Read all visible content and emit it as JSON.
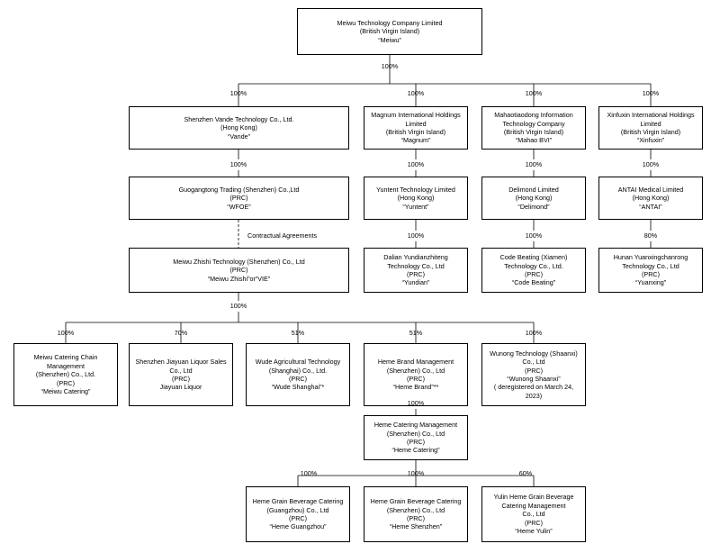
{
  "entities": {
    "meiwu": [
      "Meiwu Technology Company Limited",
      "(British Virgin Island)",
      "“Meiwu”"
    ],
    "vande": [
      "Shenzhen Vande Technology Co., Ltd.",
      "(Hong Kong)",
      "“Vande”"
    ],
    "magnum": [
      "Magnum International Holdings",
      "Limited",
      "(British Virgin Island)",
      "“Magnum”"
    ],
    "mahao": [
      "Mahaotiaodong Information",
      "Technology Company",
      "(British Virgin Island)",
      "“Mahao BVI”"
    ],
    "xinfuxin": [
      "Xinfuxin International Holdings",
      "Limited",
      "(British Virgin Island)",
      "“Xinfuxin”"
    ],
    "wfoe": [
      "Guogangtong Trading (Shenzhen) Co.,Ltd",
      "(PRC)",
      "“WFOE”"
    ],
    "yuntent": [
      "Yuntent Technology Limited",
      "(Hong Kong)",
      "“Yuntent”"
    ],
    "delimond": [
      "Delimond Limited",
      "(Hong Kong)",
      "“Delimond”"
    ],
    "antai": [
      "ANTAI Medical Limited",
      "(Hong Kong)",
      "“ANTAI”"
    ],
    "vie": [
      "Meiwu Zhishi Technology (Shenzhen) Co., Ltd",
      "(PRC)",
      "“Meiwu Zhishi”or“VIE”"
    ],
    "yundian": [
      "Dalian Yundianzhiteng",
      "Technology Co., Ltd",
      "(PRC)",
      "“Yundian”"
    ],
    "codebeating": [
      "Code Beating (Xiamen)",
      "Technology Co., Ltd.",
      "(PRC)",
      "“Code Beating”"
    ],
    "yuanxing": [
      "Hunan Yuanxingchanrong",
      "Technology Co., Ltd",
      "(PRC)",
      "“Yuanxing”"
    ],
    "catering": [
      "Meiwu Catering Chain",
      "Management",
      "(Shenzhen) Co., Ltd.",
      "(PRC)",
      "“Meiwu Catering”"
    ],
    "jiayuan": [
      "Shenzhen Jiayuan Liquor Sales",
      "Co., Ltd",
      "(PRC)",
      "Jiayuan Liquor"
    ],
    "wude": [
      "Wude Agricultural Technology",
      "(Shanghai) Co., Ltd.",
      "(PRC)",
      "“Wude Shanghai”*"
    ],
    "hemebrand": [
      "Heme Brand Management",
      "(Shenzhen) Co., Ltd",
      "(PRC)",
      "“Heme Brand”**"
    ],
    "wunong": [
      "Wunong Technology (Shaanxi)",
      "Co., Ltd",
      "(PRC)",
      "“Wunong Shaanxi”",
      "( deregistered on March 24,",
      "2023)"
    ],
    "hemecatering": [
      "Heme Catering Management",
      "(Shenzhen) Co., Ltd",
      "(PRC)",
      "“Heme Catering”"
    ],
    "gz": [
      "Heme Grain Beverage Catering",
      "(Guangzhou) Co., Ltd",
      "(PRC)",
      "“Heme Guangzhou”"
    ],
    "sz": [
      "Heme Grain Beverage Catering",
      "(Shenzhen) Co., Ltd",
      "(PRC)",
      "“Heme Shenzhen”"
    ],
    "yulin": [
      "Yulin Heme Grain Beverage",
      "Catering Management",
      "Co., Ltd",
      "(PRC)",
      "“Heme Yulin”"
    ]
  },
  "ownership": {
    "meiwu_to_subs": "100%",
    "vande": "100%",
    "magnum": "100%",
    "mahao": "100%",
    "xinfuxin": "100%",
    "vande_to_wfoe": "100%",
    "magnum_to_yuntent": "100%",
    "mahao_to_delimond": "100%",
    "xinfuxin_to_antai": "100%",
    "yuntent_to_yundian": "100%",
    "delimond_to_codebeating": "100%",
    "antai_to_yuanxing": "80%",
    "vie_to_subs": "100%",
    "catering": "100%",
    "jiayuan": "70%",
    "wude": "51%",
    "hemebrand": "51%",
    "wunong": "100%",
    "hemebrand_to_hemecatering": "100%",
    "gz": "100%",
    "sz": "100%",
    "yulin": "60%"
  },
  "contractual_label": "Contractual Agreements"
}
